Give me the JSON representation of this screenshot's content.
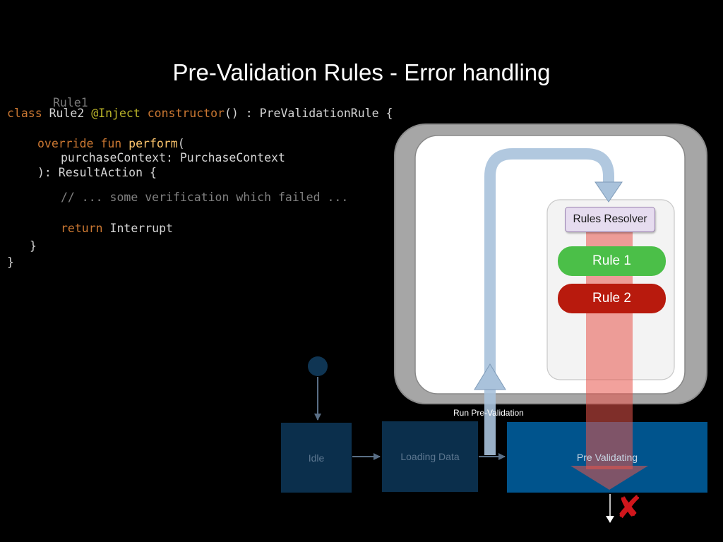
{
  "title": "Pre-Validation Rules - Error handling",
  "code": {
    "ghost_name": "Rule1",
    "line1": {
      "kw": "class ",
      "name": "Rule2 ",
      "ann": "@Inject ",
      "kw2": "constructor",
      "rest": "() : PreValidationRule {"
    },
    "line2": {
      "kw": "override fun ",
      "fn": "perform",
      "rest": "("
    },
    "line3": "purchaseContext: PurchaseContext",
    "line4": "): ResultAction {",
    "line5": "// ... some verification which failed ...",
    "line6": {
      "kw": "return ",
      "rest": "Interrupt"
    },
    "line7": "}",
    "line8": "}"
  },
  "diagram": {
    "states": {
      "idle": "Idle",
      "loading": "Loading Data",
      "prevalidating": "Pre Validating"
    },
    "transition_label": "Run Pre-Validation",
    "resolver": "Rules Resolver",
    "rules": [
      {
        "label": "Rule 1",
        "status": "passed",
        "color": "#4bbf48"
      },
      {
        "label": "Rule 2",
        "status": "failed",
        "color": "#b81a0d"
      }
    ],
    "error_mark": "✘"
  },
  "colors": {
    "background": "#000000",
    "state_dim": "#0b2f4c",
    "state_active": "#00548d",
    "flow_arrow": "#a9c2db",
    "error_flow": "#e8534a"
  }
}
